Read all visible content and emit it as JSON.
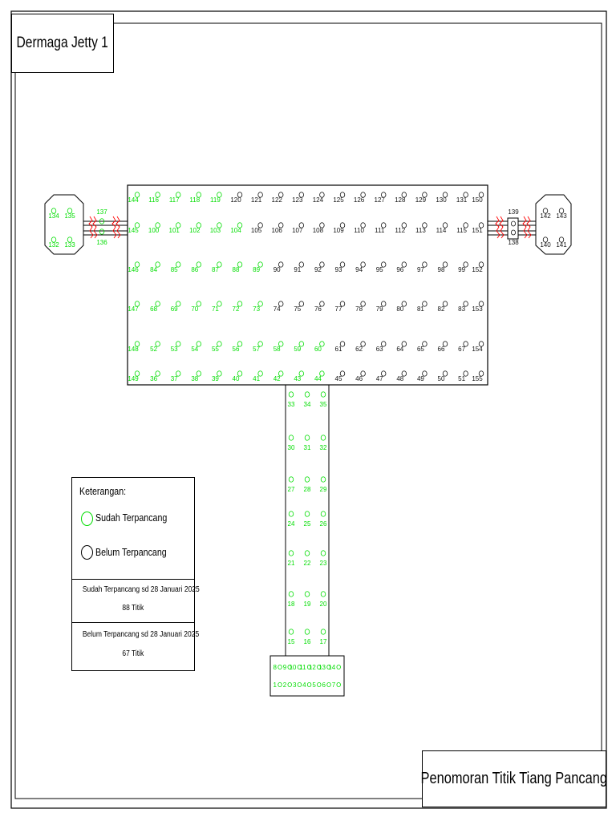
{
  "title": "Dermaga Jetty 1",
  "footer_title": "Penomoran Titik Tiang Pancang",
  "colors": {
    "done": "#00dd00",
    "pending": "#111111",
    "outline": "#000000",
    "break_mark": "#ff0000"
  },
  "legend": {
    "heading": "Keterangan:",
    "done_label": "Sudah Terpancang",
    "pending_label": "Belum Terpancang",
    "done_summary_label": "Sudah Terpancang sd 28 Januari 2025",
    "done_summary_value": "88 Titik",
    "pending_summary_label": "Belum Terpancang sd 28 Januari 2025",
    "pending_summary_value": "67 Titik"
  },
  "platform_rows": [
    {
      "labels": [
        144,
        116,
        117,
        118,
        119,
        120,
        121,
        122,
        123,
        124,
        125,
        126,
        127,
        128,
        129,
        130,
        131,
        150
      ],
      "done_count": 5
    },
    {
      "labels": [
        145,
        100,
        101,
        102,
        103,
        104,
        105,
        106,
        107,
        108,
        109,
        110,
        111,
        112,
        113,
        114,
        115,
        151
      ],
      "done_count": 6
    },
    {
      "labels": [
        146,
        84,
        85,
        86,
        87,
        88,
        89,
        90,
        91,
        92,
        93,
        94,
        95,
        96,
        97,
        98,
        99,
        152
      ],
      "done_count": 7
    },
    {
      "labels": [
        147,
        68,
        69,
        70,
        71,
        72,
        73,
        74,
        75,
        76,
        77,
        78,
        79,
        80,
        81,
        82,
        83,
        153
      ],
      "done_count": 7
    },
    {
      "labels": [
        148,
        52,
        53,
        54,
        55,
        56,
        57,
        58,
        59,
        60,
        61,
        62,
        63,
        64,
        65,
        66,
        67,
        154
      ],
      "done_count": 10
    },
    {
      "labels": [
        149,
        36,
        37,
        38,
        39,
        40,
        41,
        42,
        43,
        44,
        45,
        46,
        47,
        48,
        49,
        50,
        51,
        155
      ],
      "done_count": 10
    }
  ],
  "trestle_rows": [
    [
      33,
      34,
      35
    ],
    [
      30,
      31,
      32
    ],
    [
      27,
      28,
      29
    ],
    [
      24,
      25,
      26
    ],
    [
      21,
      22,
      23
    ],
    [
      18,
      19,
      20
    ],
    [
      15,
      16,
      17
    ]
  ],
  "abutment_top": [
    8,
    9,
    10,
    11,
    12,
    13,
    14
  ],
  "abutment_bottom": [
    1,
    2,
    3,
    4,
    5,
    6,
    7
  ],
  "left_dolphin": [
    [
      134,
      135
    ],
    [
      132,
      133
    ]
  ],
  "left_connector": [
    137,
    136
  ],
  "right_connector": [
    139,
    138
  ],
  "right_dolphin": [
    [
      142,
      143
    ],
    [
      140,
      141
    ]
  ],
  "right_dolphin_status": "pending"
}
